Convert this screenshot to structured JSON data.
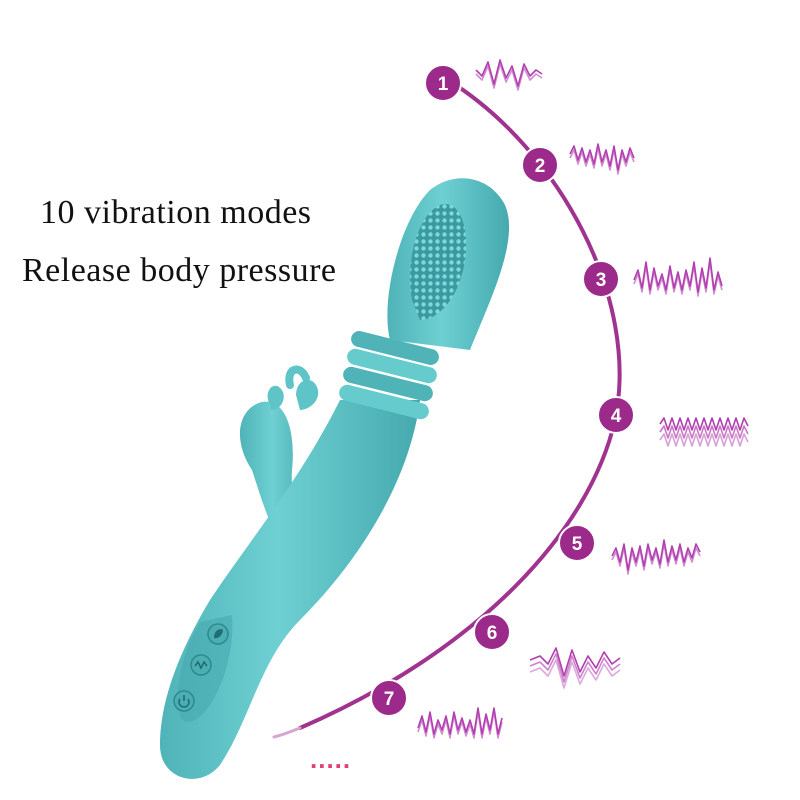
{
  "headline": {
    "line1": "10 vibration modes",
    "line2": "Release body pressure"
  },
  "colors": {
    "product": "#5ec4c7",
    "product_shade": "#3fa3a8",
    "arc": "#a0338f",
    "badge": "#9b2a8a",
    "wave": "#b23fb0",
    "dots": "#e0407a"
  },
  "controls": {
    "icons": [
      "leaf-icon",
      "wave-icon",
      "power-icon"
    ]
  },
  "modes": [
    {
      "label": "1"
    },
    {
      "label": "2"
    },
    {
      "label": "3"
    },
    {
      "label": "4"
    },
    {
      "label": "5"
    },
    {
      "label": "6"
    },
    {
      "label": "7"
    }
  ],
  "ellipsis": "....."
}
